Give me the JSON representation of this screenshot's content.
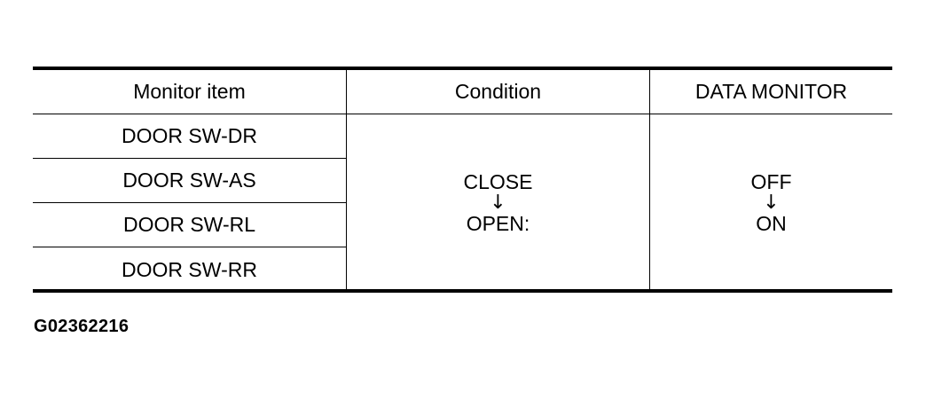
{
  "table": {
    "headers": {
      "monitor_item": "Monitor item",
      "condition": "Condition",
      "data_monitor": "DATA MONITOR"
    },
    "items": [
      "DOOR SW-DR",
      "DOOR SW-AS",
      "DOOR SW-RL",
      "DOOR SW-RR"
    ],
    "condition": {
      "from": "CLOSE",
      "arrow": "↓",
      "to": "OPEN:"
    },
    "data_monitor": {
      "from": "OFF",
      "arrow": "↓",
      "to": "ON"
    }
  },
  "figure_id": "G02362216"
}
